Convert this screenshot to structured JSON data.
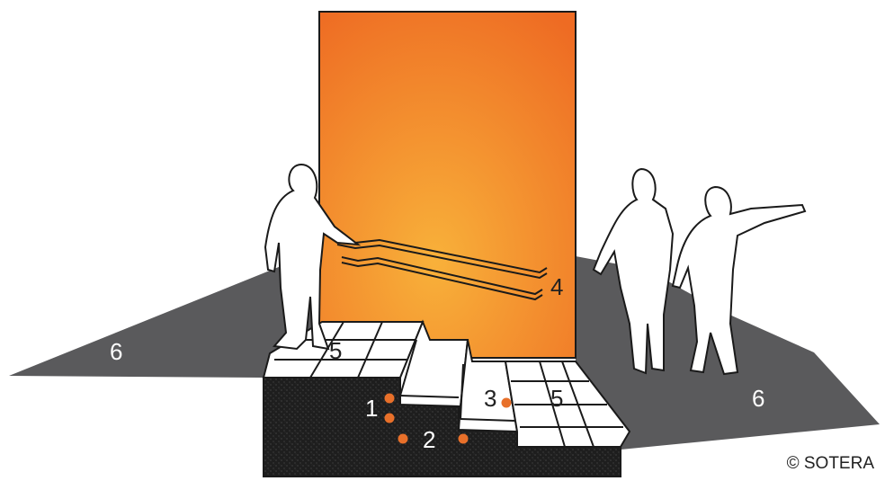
{
  "labels": {
    "point_1": "1",
    "point_2": "2",
    "point_3": "3",
    "handrails": "4",
    "tread_surface_top": "5",
    "tread_surface_bottom": "5",
    "ground_left": "6",
    "ground_right": "6"
  },
  "copyright": "© SOTERA",
  "colors": {
    "wall_light": "#f8b13a",
    "wall_dark": "#ee6b23",
    "ground": "#5a5a5c",
    "stair_block": "#1e1e1e",
    "marker": "#e8702a",
    "outline": "#1a1a1a"
  }
}
